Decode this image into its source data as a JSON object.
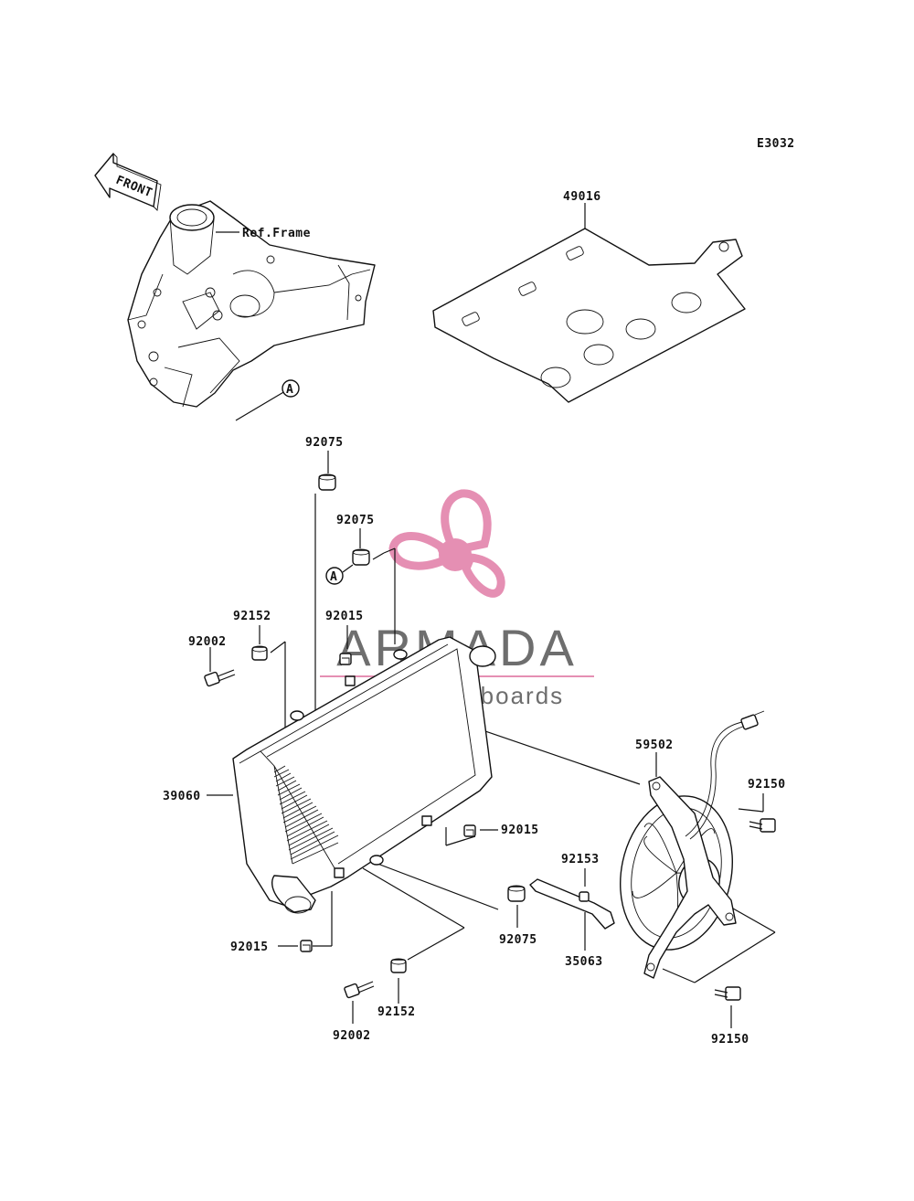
{
  "diagram": {
    "code": "E3032",
    "front_label": "FRONT",
    "ref_frame_label": "Ref.Frame",
    "ref_marker": "A",
    "parts": {
      "p49016": "49016",
      "p92075_a": "92075",
      "p92075_b": "92075",
      "p92075_c": "92075",
      "p92152_a": "92152",
      "p92152_b": "92152",
      "p92002_a": "92002",
      "p92002_b": "92002",
      "p92015_a": "92015",
      "p92015_b": "92015",
      "p92015_c": "92015",
      "p39060": "39060",
      "p59502": "59502",
      "p92150_a": "92150",
      "p92150_b": "92150",
      "p92153": "92153",
      "p35063": "35063"
    }
  },
  "watermark": {
    "brand": "ARMADA",
    "tagline": "marine outboards",
    "colors": {
      "pink": "#e58fb3",
      "gray": "#6e6e6e"
    }
  }
}
